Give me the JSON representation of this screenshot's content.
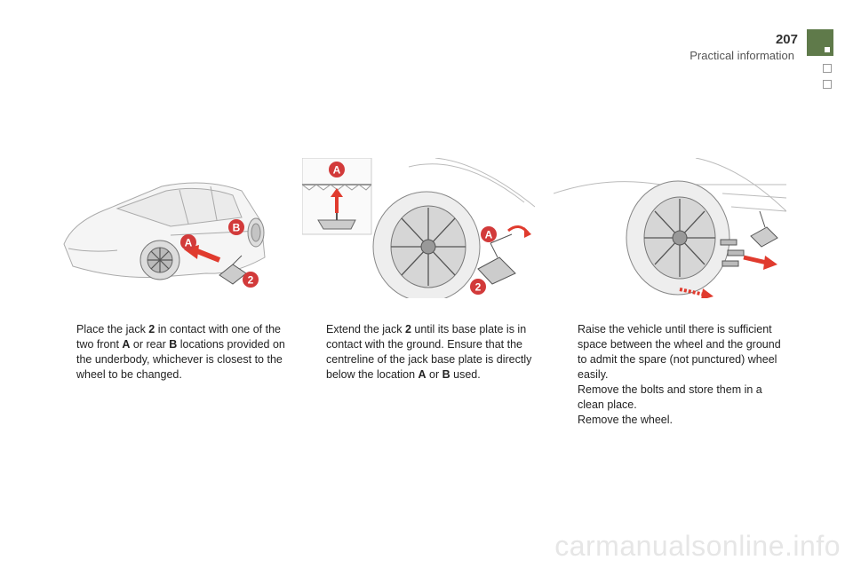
{
  "header": {
    "page_number": "207",
    "section_title": "Practical information"
  },
  "columns": [
    {
      "steps": [
        {
          "parts": [
            {
              "t": "Place the jack ",
              "b": false
            },
            {
              "t": "2",
              "b": true
            },
            {
              "t": " in contact with one of the two front ",
              "b": false
            },
            {
              "t": "A",
              "b": true
            },
            {
              "t": " or rear ",
              "b": false
            },
            {
              "t": "B",
              "b": true
            },
            {
              "t": " locations provided on the underbody, whichever is closest to the wheel to be changed.",
              "b": false
            }
          ]
        }
      ]
    },
    {
      "steps": [
        {
          "parts": [
            {
              "t": "Extend the jack ",
              "b": false
            },
            {
              "t": "2",
              "b": true
            },
            {
              "t": " until its base plate is in contact with the ground. Ensure that the centreline of the jack base plate is directly below the location ",
              "b": false
            },
            {
              "t": "A",
              "b": true
            },
            {
              "t": " or ",
              "b": false
            },
            {
              "t": "B",
              "b": true
            },
            {
              "t": " used.",
              "b": false
            }
          ]
        }
      ]
    },
    {
      "steps": [
        {
          "parts": [
            {
              "t": "Raise the vehicle until there is sufficient space between the wheel and the ground to admit the spare (not punctured) wheel easily.",
              "b": false
            }
          ]
        },
        {
          "parts": [
            {
              "t": "Remove the bolts and store them in a clean place.",
              "b": false
            }
          ]
        },
        {
          "parts": [
            {
              "t": "Remove the wheel.",
              "b": false
            }
          ]
        }
      ]
    }
  ],
  "figure_labels": {
    "fig1_a": "A",
    "fig1_b": "B",
    "fig1_2": "2",
    "fig2_a_top": "A",
    "fig2_a": "A",
    "fig2_2": "2"
  },
  "bullet_glyph": "",
  "watermark": "carmanualsonline.info",
  "colors": {
    "accent_green": "#5f7a4a",
    "label_red": "#d23a3a",
    "arrow_red": "#e03b2e"
  }
}
